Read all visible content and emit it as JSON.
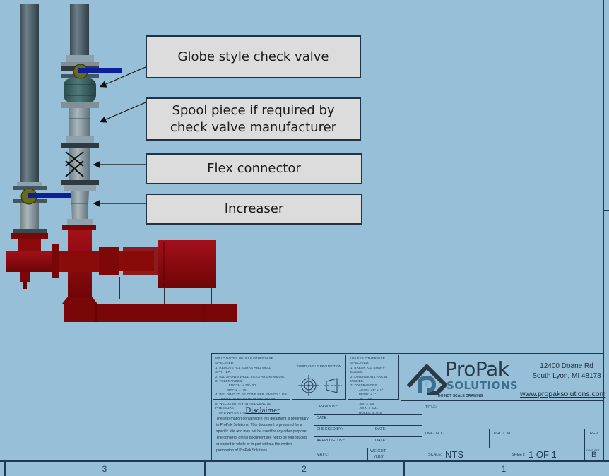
{
  "callouts": [
    {
      "id": "globe",
      "text": "Globe style check valve"
    },
    {
      "id": "spool",
      "text": "Spool piece if required by check valve manufacturer",
      "line1": "Spool piece if required by",
      "line2": "check valve manufacturer"
    },
    {
      "id": "flex",
      "text": "Flex connector"
    },
    {
      "id": "increaser",
      "text": "Increaser"
    }
  ],
  "title_block": {
    "weld_notes": {
      "heading": "WELD NOTES UNLESS OTHERWISE SPECIFIED:",
      "items": [
        "1. REMOVE ALL BURRS AND WELD SPATTER.",
        "2. ALL SHOWN WELD SIZES ARE MINIMUM.",
        "3. TOLERANCES:",
        "LENGTH: ±.30/-.00",
        "PITCH: ± .75",
        "4. WELDING TO BE DONE PER AWS D1.1 OR",
        "APPLICABLE WELDING STANDARD.",
        "5. WELDS WITH Y IN TAIL DENOTE PRESSURE",
        "AND WATER TIGHT WELDS."
      ]
    },
    "projection": {
      "label": "THIRD ANGLE PROJECTION"
    },
    "general_notes": {
      "heading": "UNLESS OTHERWISE SPECIFIED:",
      "items": [
        "1. BREAK ALL SHARP EDGES.",
        "2. DIMENSIONS ARE IN INCHES.",
        "3. TOLERANCES:",
        "ANGULAR: ± 1°",
        "BEND: ± 1°",
        ".X: ± .10",
        ".XX: ± .06",
        ".XXX: ± .031",
        "HOLES: ± .016"
      ]
    },
    "company": {
      "name_line1": "ProPak",
      "name_line2": "SOLUTIONS",
      "do_not_scale": "DO NOT SCALE DRAWING",
      "address_line1": "12400 Doane Rd",
      "address_line2": "South Lyon, MI 48178",
      "website": "www.propaksolutions.com",
      "logo_color": "#2a3a47",
      "accent_color": "#3d6f91"
    },
    "disclaimer": {
      "title": "Disclaimer",
      "text": "The information contained in this document is proprietary to ProPak Solutions.  This document is prepared for a specific site and may not be used for any other purpose.  The contents of this document are not to be reproduced or copied in whole or in part without the written permission of ProPak Solutions."
    },
    "fields": {
      "drawn_by": "DRAWN BY:",
      "date": "DATE:",
      "checked_by": "CHECKED BY:",
      "checked_date": "DATE:",
      "approved_by": "APPROVED BY:",
      "approved_date": "DATE:",
      "matl": "MAT'L:",
      "weight": "WEIGHT:",
      "weight_unit": "(LBS)",
      "title": "TITLE:",
      "dwg_no": "DWG NO.",
      "proj_no": "PROJ. NO.",
      "rev": "REV.",
      "scale_label": "SCALE:",
      "scale_value": "NTS",
      "sheet_label": "SHEET:",
      "sheet_value": "1 OF 1",
      "dwg_set_label": "DWG SET",
      "dwg_set_value": "B"
    }
  },
  "zones": [
    "3",
    "2",
    "1"
  ],
  "colors": {
    "background": "#97c0d8",
    "frame": "#1e3a52",
    "callout_fill": "#dcdcdc",
    "pump_red": "#8b0a0a",
    "pipe_grey": "#4a5c66",
    "valve_handle": "#0b1f9a",
    "valve_body": "#6b6a1c"
  }
}
